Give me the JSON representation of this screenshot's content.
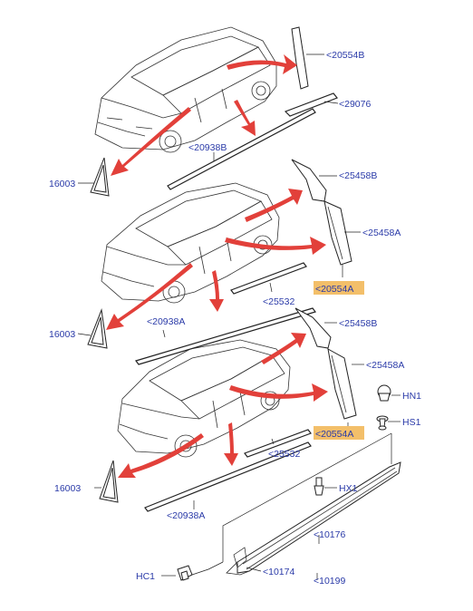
{
  "labels": {
    "l1": "<20554B",
    "l2": "<29076",
    "l3": "<20938B",
    "l4": "16003",
    "l5": "<25458B",
    "l6": "<25458A",
    "l7": "<20554A",
    "l8": "<25532",
    "l9": "<20938A",
    "l10": "16003",
    "l11": "<25458B",
    "l12": "<25458A",
    "l13": "HN1",
    "l14": "HS1",
    "l15": "<20554A",
    "l16": "<25532",
    "l17": "16003",
    "l18": "HX1",
    "l19": "<20938A",
    "l20": "<10176",
    "l21": "HC1",
    "l22": "<10174",
    "l23": "<10199"
  },
  "colors": {
    "label_text": "#2a3aa8",
    "highlight": "#f3bf6a",
    "arrow": "#e2403a",
    "line": "#222222"
  },
  "icons": [
    "hn1-clip-icon",
    "hs1-clip-icon",
    "hx1-clip-icon",
    "hc1-clip-icon"
  ]
}
